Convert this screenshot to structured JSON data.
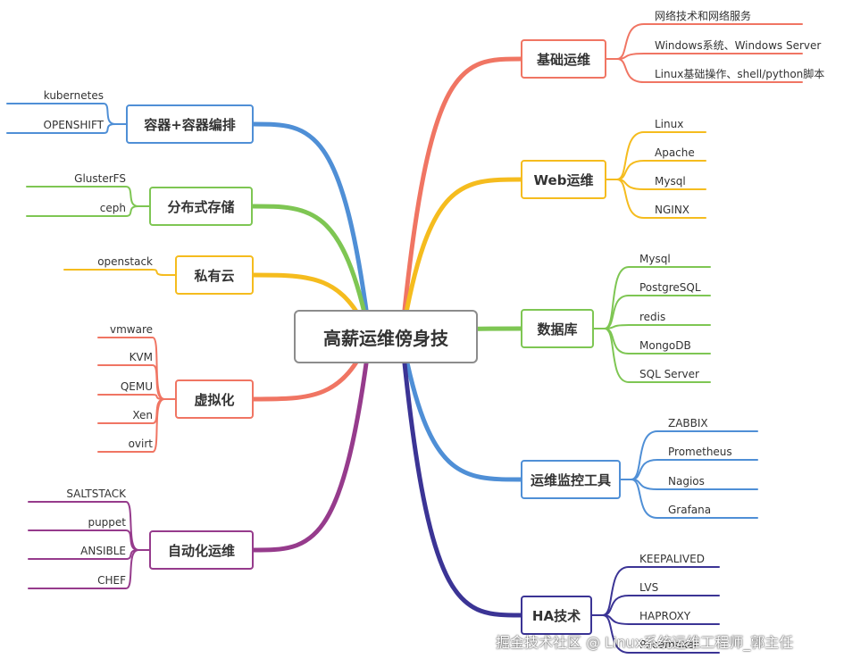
{
  "center": {
    "label": "高薪运维傍身技",
    "color": "#8c8c8c"
  },
  "branches": [
    {
      "id": "jichu",
      "label": "基础运维",
      "color": "#f07563",
      "side": "right",
      "leaves": [
        "网络技术和网络服务",
        "Windows系统、Windows Server",
        "Linux基础操作、shell/python脚本"
      ]
    },
    {
      "id": "web",
      "label": "Web运维",
      "color": "#f5bc1e",
      "side": "right",
      "leaves": [
        "Linux",
        "Apache",
        "Mysql",
        "NGINX"
      ]
    },
    {
      "id": "db",
      "label": "数据库",
      "color": "#7ec653",
      "side": "right",
      "leaves": [
        "Mysql",
        "PostgreSQL",
        "redis",
        "MongoDB",
        "SQL Server"
      ]
    },
    {
      "id": "monitor",
      "label": "运维监控工具",
      "color": "#4f8fd6",
      "side": "right",
      "leaves": [
        "ZABBIX",
        "Prometheus",
        "Nagios",
        "Grafana"
      ]
    },
    {
      "id": "ha",
      "label": "HA技术",
      "color": "#3b3495",
      "side": "right",
      "leaves": [
        "KEEPALIVED",
        "LVS",
        "HAPROXY",
        "Pacemaker"
      ]
    },
    {
      "id": "container",
      "label": "容器+容器编排",
      "color": "#4f8fd6",
      "side": "left",
      "leaves": [
        "kubernetes",
        "OPENSHIFT"
      ]
    },
    {
      "id": "storage",
      "label": "分布式存储",
      "color": "#7ec653",
      "side": "left",
      "leaves": [
        "GlusterFS",
        "ceph"
      ]
    },
    {
      "id": "cloud",
      "label": "私有云",
      "color": "#f5bc1e",
      "side": "left",
      "leaves": [
        "openstack"
      ]
    },
    {
      "id": "virt",
      "label": "虚拟化",
      "color": "#f07563",
      "side": "left",
      "leaves": [
        "vmware",
        "KVM",
        "QEMU",
        "Xen",
        "ovirt"
      ]
    },
    {
      "id": "auto",
      "label": "自动化运维",
      "color": "#963b8c",
      "side": "left",
      "leaves": [
        "SALTSTACK",
        "puppet",
        "ANSIBLE",
        "CHEF"
      ]
    }
  ],
  "watermark": "掘金技术社区 @ Linux系统运维工程师_郭主任"
}
